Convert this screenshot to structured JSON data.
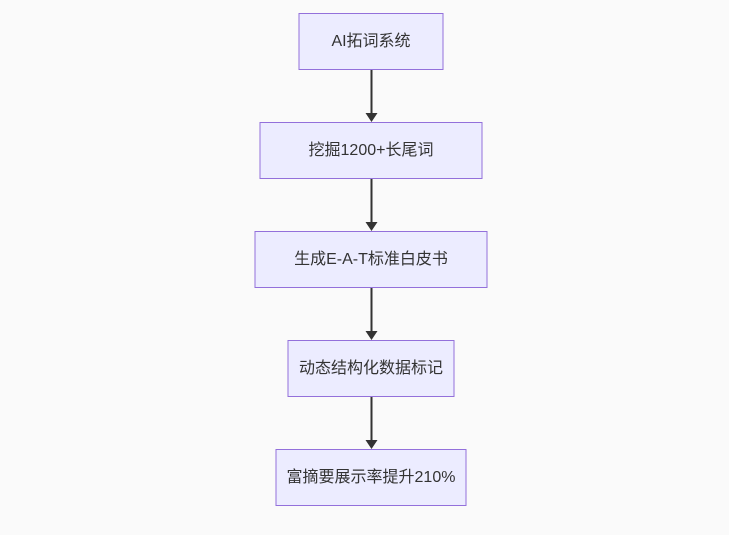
{
  "flowchart": {
    "direction": "top-down",
    "nodes": [
      {
        "label": "AI拓词系统"
      },
      {
        "label": "挖掘1200+长尾词"
      },
      {
        "label": "生成E-A-T标准白皮书"
      },
      {
        "label": "动态结构化数据标记"
      },
      {
        "label": "富摘要展示率提升210%"
      }
    ],
    "connections": [
      {
        "from": 0,
        "to": 1
      },
      {
        "from": 1,
        "to": 2
      },
      {
        "from": 2,
        "to": 3
      },
      {
        "from": 3,
        "to": 4
      }
    ],
    "colors": {
      "background": "#fafafa",
      "node_fill": "#ECECFF",
      "node_border": "#9370DB",
      "arrow": "#333333",
      "text": "#333333"
    }
  }
}
